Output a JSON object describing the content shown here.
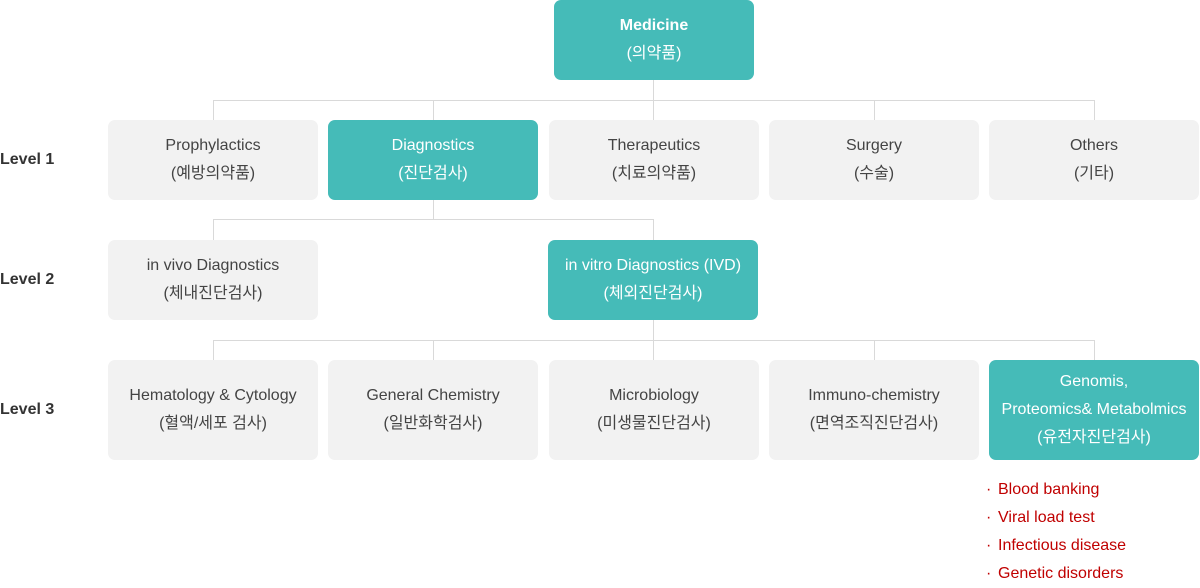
{
  "colors": {
    "highlight": "#45bbb8",
    "box": "#f2f2f2",
    "text": "#444444",
    "line": "#d9d9d9",
    "bullet": "#c00000"
  },
  "root": {
    "title": "Medicine",
    "subtitle": "(의약품)"
  },
  "levels": [
    "Level 1",
    "Level 2",
    "Level 3"
  ],
  "level1": [
    {
      "title": "Prophylactics",
      "subtitle": "(예방의약품)"
    },
    {
      "title": "Diagnostics",
      "subtitle": "(진단검사)"
    },
    {
      "title": "Therapeutics",
      "subtitle": "(치료의약품)"
    },
    {
      "title": "Surgery",
      "subtitle": "(수술)"
    },
    {
      "title": "Others",
      "subtitle": "(기타)"
    }
  ],
  "level2": [
    {
      "title": "in vivo Diagnostics",
      "subtitle": "(체내진단검사)"
    },
    {
      "title": "in vitro Diagnostics (IVD)",
      "subtitle": "(체외진단검사)"
    }
  ],
  "level3": [
    {
      "title": "Hematology & Cytology",
      "subtitle": "(혈액/세포 검사)"
    },
    {
      "title": "General Chemistry",
      "subtitle": "(일반화학검사)"
    },
    {
      "title": "Microbiology",
      "subtitle": "(미생물진단검사)"
    },
    {
      "title": "Immuno-chemistry",
      "subtitle": "(면역조직진단검사)"
    },
    {
      "title": "Genomis,",
      "title2": "Proteomics& Metabolmics",
      "subtitle": "(유전자진단검사)"
    }
  ],
  "genomics_items": [
    "Blood banking",
    "Viral load test",
    "Infectious disease",
    "Genetic disorders"
  ],
  "bullet_glyph": "·"
}
